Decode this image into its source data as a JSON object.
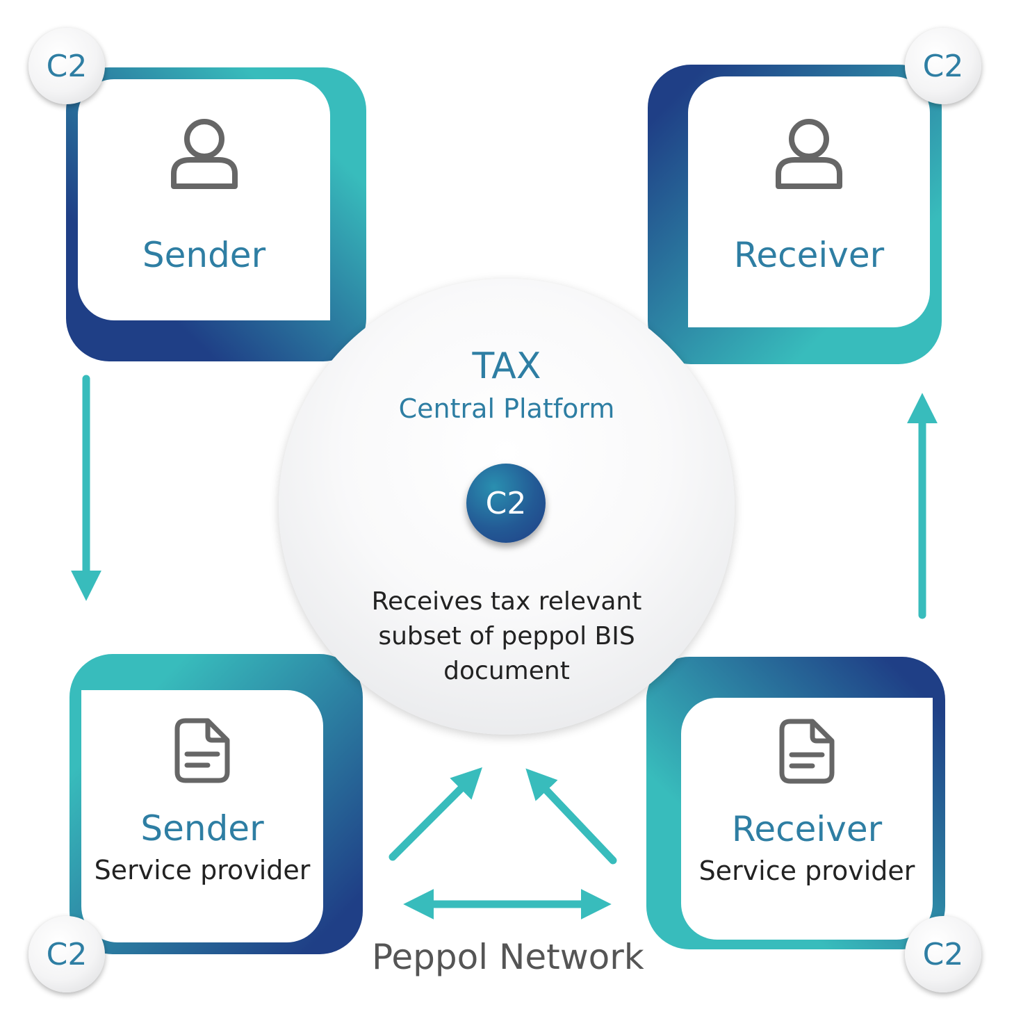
{
  "hub": {
    "title": "TAX",
    "subtitle": "Central Platform",
    "badge": "C2",
    "description": [
      "Receives tax relevant",
      "subset of peppol BIS",
      "document"
    ]
  },
  "nodes": {
    "sender": {
      "title": "Sender",
      "badge": "C2",
      "icon": "user-icon"
    },
    "receiver": {
      "title": "Receiver",
      "badge": "C2",
      "icon": "user-icon"
    },
    "sender_sp": {
      "title": "Sender",
      "subtitle": "Service provider",
      "badge": "C2",
      "icon": "document-icon"
    },
    "receiver_sp": {
      "title": "Receiver",
      "subtitle": "Service provider",
      "badge": "C2",
      "icon": "document-icon"
    }
  },
  "network_label": "Peppol Network",
  "colors": {
    "teal": "#38bcbc",
    "navy": "#1f3f86",
    "text_blue": "#2e7ea3",
    "icon_gray": "#666666"
  }
}
